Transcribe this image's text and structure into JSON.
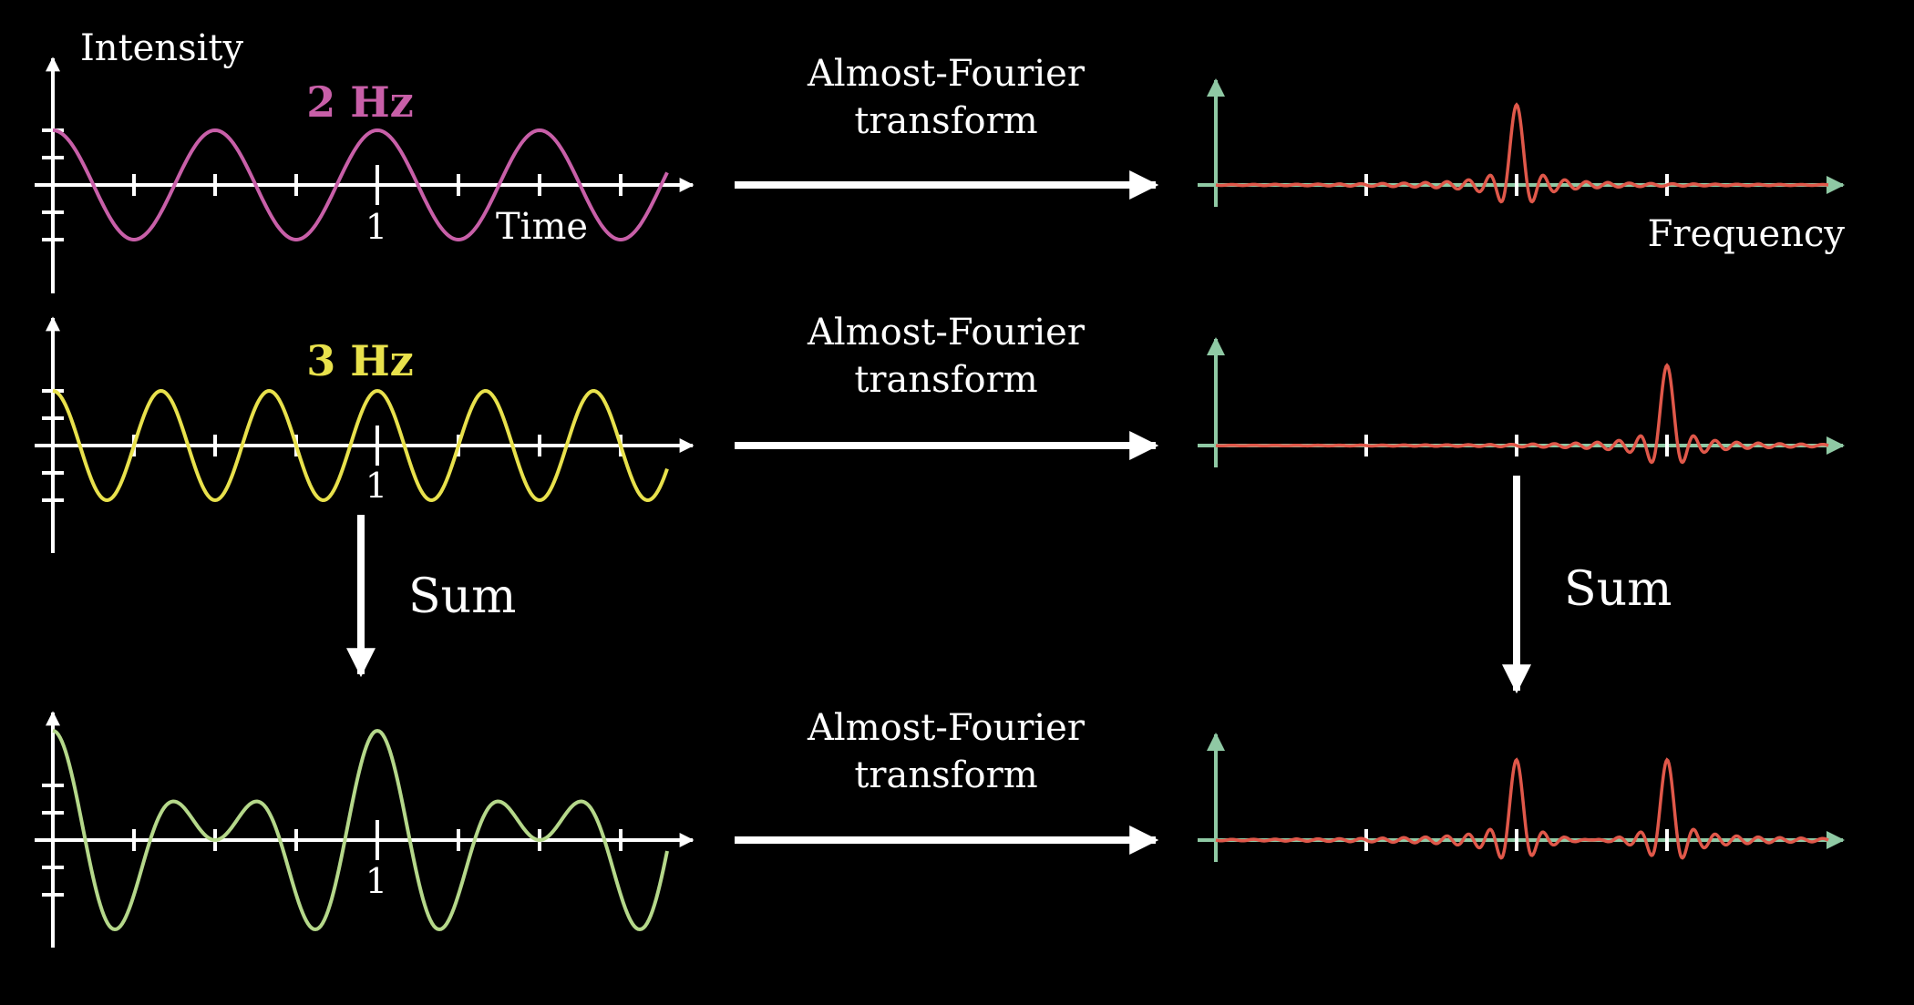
{
  "time_panels": [
    {
      "y_label": "Intensity",
      "freq_label": "2 Hz",
      "x_label": "Time",
      "tick_label": "1",
      "color": "#c85fa8",
      "components": [
        2
      ],
      "tick_values": [
        -1.0,
        -0.5,
        0.5,
        1.0
      ]
    },
    {
      "y_label": "",
      "freq_label": "3 Hz",
      "x_label": "",
      "tick_label": "1",
      "color": "#e8e14c",
      "components": [
        3
      ],
      "tick_values": [
        -1.0,
        -0.5,
        0.5,
        1.0
      ]
    },
    {
      "y_label": "",
      "freq_label": "",
      "x_label": "",
      "tick_label": "1",
      "color": "#b5d88a",
      "components": [
        2,
        3
      ],
      "tick_values": [
        -1.0,
        -0.5,
        0.5,
        1.0
      ]
    }
  ],
  "transform_labels": [
    {
      "line1": "Almost-Fourier",
      "line2": "transform"
    },
    {
      "line1": "Almost-Fourier",
      "line2": "transform"
    },
    {
      "line1": "Almost-Fourier",
      "line2": "transform"
    }
  ],
  "freq_panels": [
    {
      "x_label": "Frequency",
      "peaks": [
        2
      ],
      "tick_values": [
        1,
        2,
        3
      ]
    },
    {
      "x_label": "",
      "peaks": [
        3
      ],
      "tick_values": [
        1,
        2,
        3
      ]
    },
    {
      "x_label": "",
      "peaks": [
        2,
        3
      ],
      "tick_values": [
        1,
        2,
        3
      ]
    }
  ],
  "sum_labels": {
    "left": "Sum",
    "right": "Sum"
  },
  "colors": {
    "background": "#000000",
    "axis": "#ffffff",
    "freq_axis": "#8fc9a4",
    "spectrum": "#e0584a"
  }
}
